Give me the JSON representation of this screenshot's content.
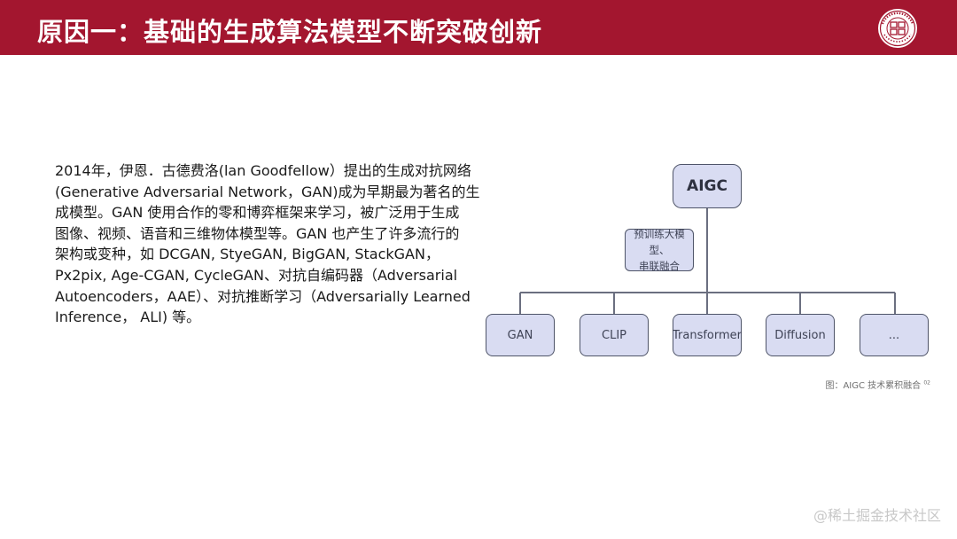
{
  "header": {
    "title": "原因一：基础的生成算法模型不断突破创新",
    "background_color": "#a3162f",
    "logo": {
      "icon": "university-seal-icon",
      "seal_text": "SHENZHEN UNIVERSITY 1983 深圳大学"
    }
  },
  "body_text": {
    "lines": [
      "2014年，伊恩．古德费洛(lan Goodfellow）提出的生成对抗网络",
      "(Generative Adversarial Network，GAN)成为早期最为著名的生",
      "成模型。GAN 使用合作的零和博弈框架来学习，被广泛用于生成",
      "图像、视频、语音和三维物体模型等。GAN 也产生了许多流行的",
      "架构或变种，如 DCGAN, StyeGAN, BigGAN, StackGAN，",
      "Px2pix, Age-CGAN, CycleGAN、对抗自编码器（Adversarial",
      "Autoencoders，AAE）、对抗推断学习（Adversarially Learned",
      "Inference， ALI) 等。"
    ]
  },
  "diagram": {
    "root": "AIGC",
    "middle": [
      "预训练大模型、",
      "串联融合"
    ],
    "children": [
      "GAN",
      "CLIP",
      "Transformer",
      "Diffusion",
      "..."
    ],
    "node_fill": "#d9dcf2",
    "node_border": "#4e5468",
    "caption": "图：AIGC 技术累积融合",
    "caption_sup": "02"
  },
  "watermark": "@稀土掘金技术社区"
}
